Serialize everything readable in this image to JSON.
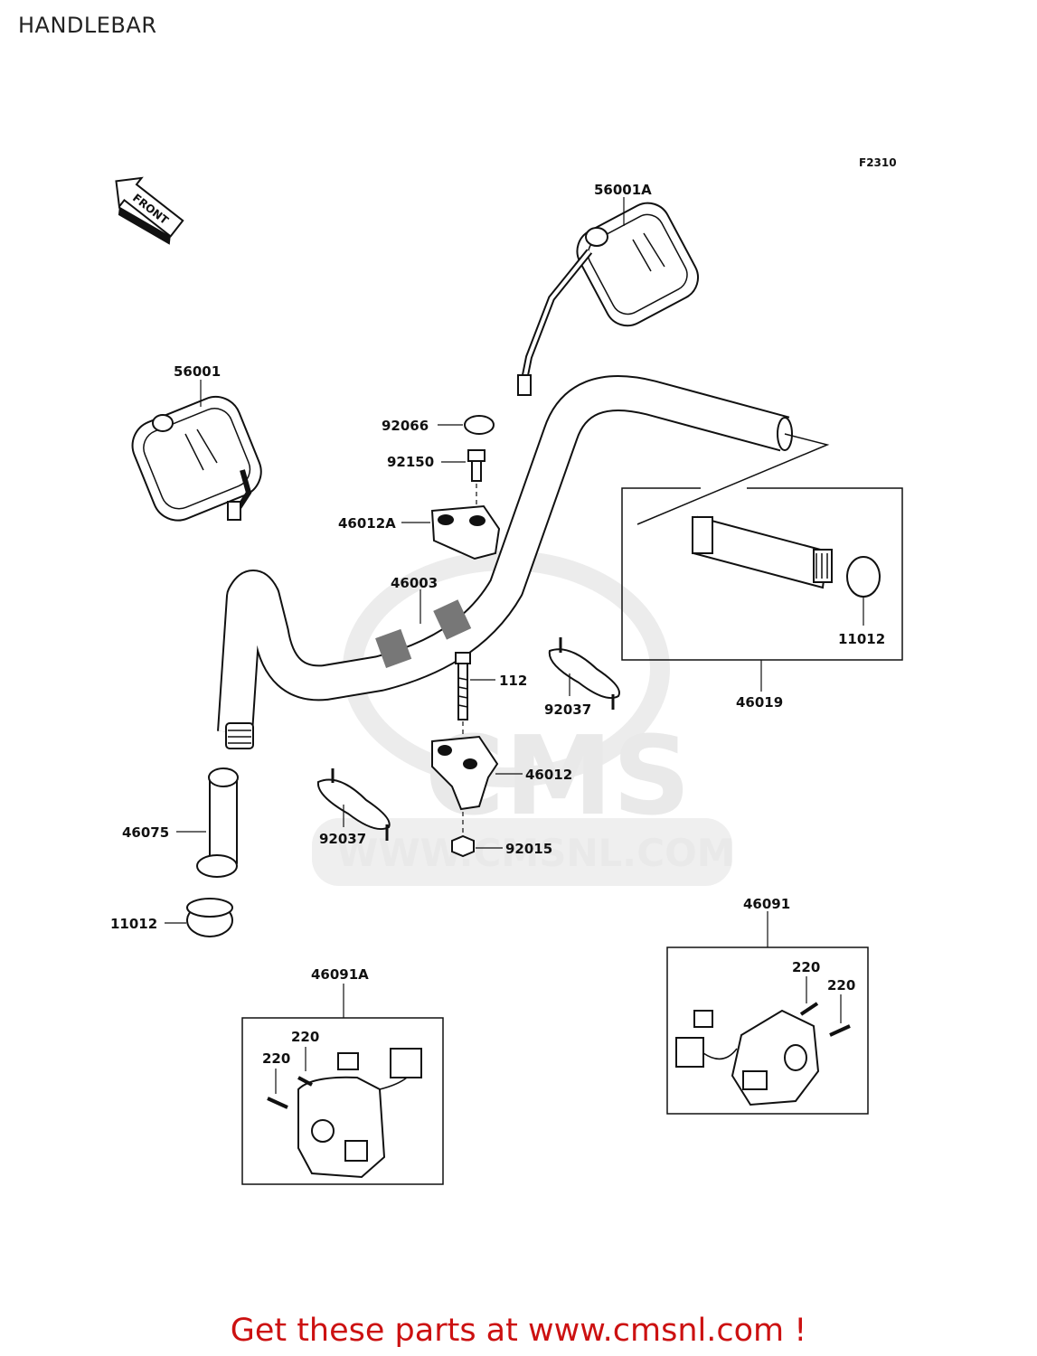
{
  "header": {
    "title": "HANDLEBAR"
  },
  "diagram": {
    "figure_code": "F2310",
    "front_label": "FRONT",
    "watermark": {
      "logo": "CMS",
      "url": "WWW.CMSNL.COM"
    },
    "callouts": {
      "mirror_right": "56001A",
      "mirror_left": "56001",
      "cap_92066": "92066",
      "bolt_92150": "92150",
      "holder_upper_a": "46012A",
      "handlebar": "46003",
      "bolt_112": "112",
      "clamp_92037_right": "92037",
      "holder_46012": "46012",
      "clamp_92037_left": "92037",
      "nut_92015": "92015",
      "grip_46075": "46075",
      "cap_11012_left": "11012",
      "throttle_grip_assy": "46019",
      "cap_11012_right": "11012",
      "switch_left_assy": "46091A",
      "screw_220_l1": "220",
      "screw_220_l2": "220",
      "switch_right_assy": "46091",
      "screw_220_r1": "220",
      "screw_220_r2": "220"
    }
  },
  "footer": {
    "promo": "Get these parts at www.cmsnl.com !"
  },
  "colors": {
    "promo": "#cc1111",
    "line": "#111111",
    "watermark": "#e9e9e9"
  }
}
